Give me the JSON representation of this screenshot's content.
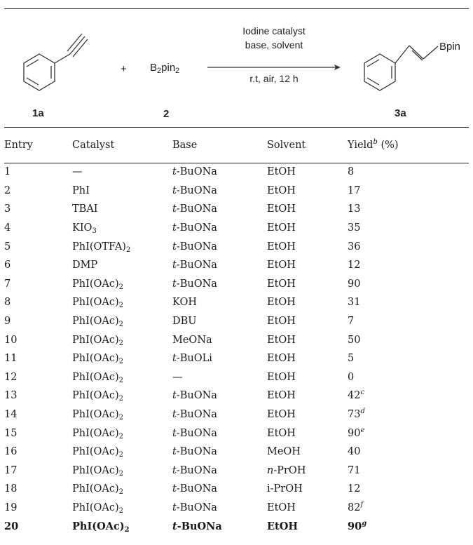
{
  "scheme": {
    "reactant1_label": "1a",
    "plus": "+",
    "reagent_prefix": "B",
    "reagent_sub1": "2",
    "reagent_mid": "pin",
    "reagent_sub2": "2",
    "reagent_label": "2",
    "conditions_line1": "Iodine catalyst",
    "conditions_line2": "base, solvent",
    "conditions_line3": "r.t, air, 12 h",
    "product_group": "Bpin",
    "product_label": "3a"
  },
  "table": {
    "headers": {
      "entry": "Entry",
      "catalyst": "Catalyst",
      "base": "Base",
      "solvent": "Solvent",
      "yield": "Yield",
      "yield_sup": "b",
      "yield_unit": " (%)"
    },
    "rows": [
      {
        "entry": "1",
        "cat": "—",
        "cat_sub": "",
        "cat_tail": "",
        "base_it": "t",
        "base_rest": "-BuONa",
        "solvent_it": "",
        "solvent_rest": "EtOH",
        "yield": "8",
        "note": ""
      },
      {
        "entry": "2",
        "cat": "PhI",
        "cat_sub": "",
        "cat_tail": "",
        "base_it": "t",
        "base_rest": "-BuONa",
        "solvent_it": "",
        "solvent_rest": "EtOH",
        "yield": "17",
        "note": ""
      },
      {
        "entry": "3",
        "cat": "TBAI",
        "cat_sub": "",
        "cat_tail": "",
        "base_it": "t",
        "base_rest": "-BuONa",
        "solvent_it": "",
        "solvent_rest": "EtOH",
        "yield": "13",
        "note": ""
      },
      {
        "entry": "4",
        "cat": "KIO",
        "cat_sub": "3",
        "cat_tail": "",
        "base_it": "t",
        "base_rest": "-BuONa",
        "solvent_it": "",
        "solvent_rest": "EtOH",
        "yield": "35",
        "note": ""
      },
      {
        "entry": "5",
        "cat": "PhI(OTFA)",
        "cat_sub": "2",
        "cat_tail": "",
        "base_it": "t",
        "base_rest": "-BuONa",
        "solvent_it": "",
        "solvent_rest": "EtOH",
        "yield": "36",
        "note": ""
      },
      {
        "entry": "6",
        "cat": "DMP",
        "cat_sub": "",
        "cat_tail": "",
        "base_it": "t",
        "base_rest": "-BuONa",
        "solvent_it": "",
        "solvent_rest": "EtOH",
        "yield": "12",
        "note": ""
      },
      {
        "entry": "7",
        "cat": "PhI(OAc)",
        "cat_sub": "2",
        "cat_tail": "",
        "base_it": "t",
        "base_rest": "-BuONa",
        "solvent_it": "",
        "solvent_rest": "EtOH",
        "yield": "90",
        "note": ""
      },
      {
        "entry": "8",
        "cat": "PhI(OAc)",
        "cat_sub": "2",
        "cat_tail": "",
        "base_it": "",
        "base_rest": "KOH",
        "solvent_it": "",
        "solvent_rest": "EtOH",
        "yield": "31",
        "note": ""
      },
      {
        "entry": "9",
        "cat": "PhI(OAc)",
        "cat_sub": "2",
        "cat_tail": "",
        "base_it": "",
        "base_rest": "DBU",
        "solvent_it": "",
        "solvent_rest": "EtOH",
        "yield": "7",
        "note": ""
      },
      {
        "entry": "10",
        "cat": "PhI(OAc)",
        "cat_sub": "2",
        "cat_tail": "",
        "base_it": "",
        "base_rest": "MeONa",
        "solvent_it": "",
        "solvent_rest": "EtOH",
        "yield": "50",
        "note": ""
      },
      {
        "entry": "11",
        "cat": "PhI(OAc)",
        "cat_sub": "2",
        "cat_tail": "",
        "base_it": "t",
        "base_rest": "-BuOLi",
        "solvent_it": "",
        "solvent_rest": "EtOH",
        "yield": "5",
        "note": ""
      },
      {
        "entry": "12",
        "cat": "PhI(OAc)",
        "cat_sub": "2",
        "cat_tail": "",
        "base_it": "",
        "base_rest": "—",
        "solvent_it": "",
        "solvent_rest": "EtOH",
        "yield": "0",
        "note": ""
      },
      {
        "entry": "13",
        "cat": "PhI(OAc)",
        "cat_sub": "2",
        "cat_tail": "",
        "base_it": "t",
        "base_rest": "-BuONa",
        "solvent_it": "",
        "solvent_rest": "EtOH",
        "yield": "42",
        "note": "c"
      },
      {
        "entry": "14",
        "cat": "PhI(OAc)",
        "cat_sub": "2",
        "cat_tail": "",
        "base_it": "t",
        "base_rest": "-BuONa",
        "solvent_it": "",
        "solvent_rest": "EtOH",
        "yield": "73",
        "note": "d"
      },
      {
        "entry": "15",
        "cat": "PhI(OAc)",
        "cat_sub": "2",
        "cat_tail": "",
        "base_it": "t",
        "base_rest": "-BuONa",
        "solvent_it": "",
        "solvent_rest": "EtOH",
        "yield": "90",
        "note": "e"
      },
      {
        "entry": "16",
        "cat": "PhI(OAc)",
        "cat_sub": "2",
        "cat_tail": "",
        "base_it": "t",
        "base_rest": "-BuONa",
        "solvent_it": "",
        "solvent_rest": "MeOH",
        "yield": "40",
        "note": ""
      },
      {
        "entry": "17",
        "cat": "PhI(OAc)",
        "cat_sub": "2",
        "cat_tail": "",
        "base_it": "t",
        "base_rest": "-BuONa",
        "solvent_it": "n",
        "solvent_rest": "-PrOH",
        "yield": "71",
        "note": ""
      },
      {
        "entry": "18",
        "cat": "PhI(OAc)",
        "cat_sub": "2",
        "cat_tail": "",
        "base_it": "t",
        "base_rest": "-BuONa",
        "solvent_it": "",
        "solvent_rest": "i-PrOH",
        "yield": "12",
        "note": ""
      },
      {
        "entry": "19",
        "cat": "PhI(OAc)",
        "cat_sub": "2",
        "cat_tail": "",
        "base_it": "t",
        "base_rest": "-BuONa",
        "solvent_it": "",
        "solvent_rest": "EtOH",
        "yield": "82",
        "note": "f"
      },
      {
        "entry": "20",
        "cat": "PhI(OAc)",
        "cat_sub": "2",
        "cat_tail": "",
        "base_it": "t",
        "base_rest": "-BuONa",
        "solvent_it": "",
        "solvent_rest": "EtOH",
        "yield": "90",
        "note": "g",
        "bold": true
      }
    ]
  }
}
